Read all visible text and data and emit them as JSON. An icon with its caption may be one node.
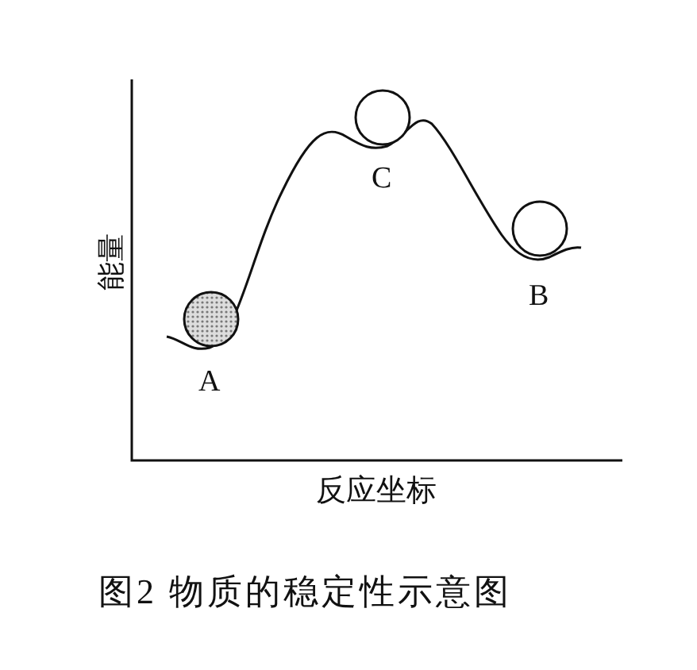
{
  "diagram": {
    "caption": "图2 物质的稳定性示意图",
    "labels": [
      "能量",
      "C",
      "B",
      "A",
      "反应坐标"
    ]
  }
}
